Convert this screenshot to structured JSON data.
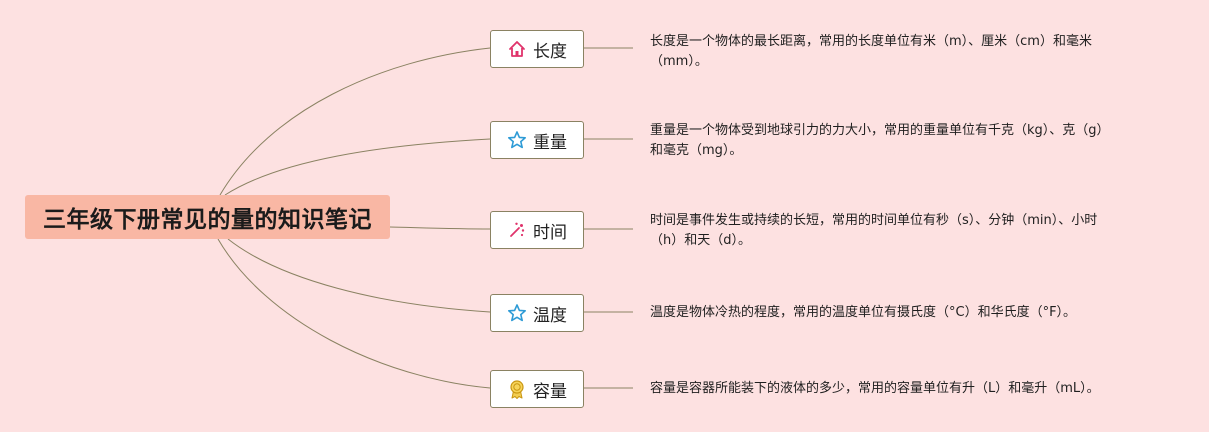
{
  "root": {
    "title": "三年级下册常见的量的知识笔记"
  },
  "topics": [
    {
      "key": "length",
      "icon": "house-icon",
      "label": "长度",
      "desc_line1": "长度是一个物体的最长距离，常用的长度单位有米（m）、厘米（cm）和毫米",
      "desc_line2": "（mm）。"
    },
    {
      "key": "weight",
      "icon": "star-icon",
      "label": "重量",
      "desc_line1": "重量是一个物体受到地球引力的力大小，常用的重量单位有千克（kg）、克（g）",
      "desc_line2": "和毫克（mg）。"
    },
    {
      "key": "time",
      "icon": "sparkle-icon",
      "label": "时间",
      "desc_line1": "时间是事件发生或持续的长短，常用的时间单位有秒（s）、分钟（min）、小时",
      "desc_line2": "（h）和天（d）。"
    },
    {
      "key": "temperature",
      "icon": "star-icon",
      "label": "温度",
      "desc_line1": "温度是物体冷热的程度，常用的温度单位有摄氏度（°C）和华氏度（°F）。",
      "desc_line2": ""
    },
    {
      "key": "capacity",
      "icon": "medal-icon",
      "label": "容量",
      "desc_line1": "容量是容器所能装下的液体的多少，常用的容量单位有升（L）和毫升（mL）。",
      "desc_line2": ""
    }
  ],
  "colors": {
    "background": "#fde1e1",
    "root_fill": "#f9b7a4",
    "connector": "#8a8262",
    "house_icon": "#e0336b",
    "star_icon": "#2e9bd6",
    "sparkle_icon": "#e0336b",
    "medal_icon": "#e6b422"
  }
}
